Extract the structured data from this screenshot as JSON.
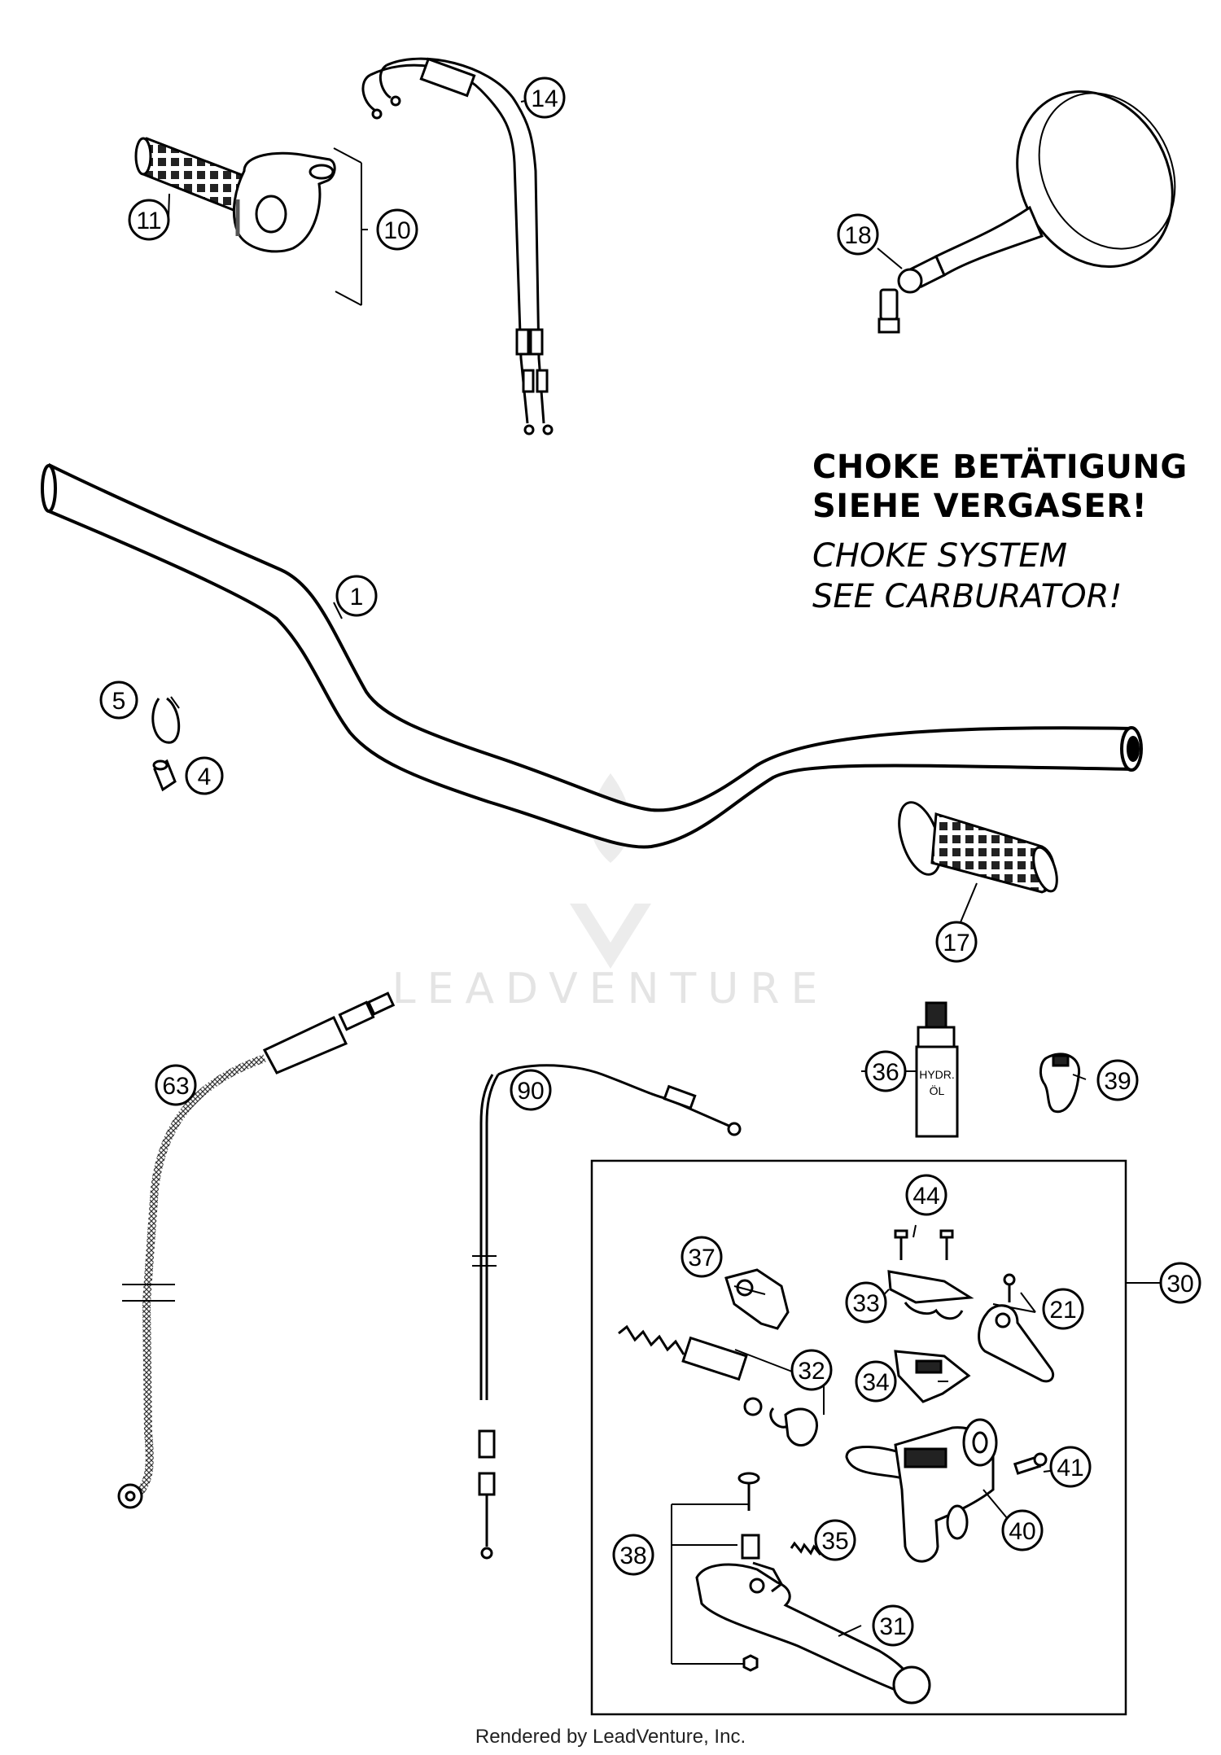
{
  "note": {
    "de_line1": "CHOKE BETÄTIGUNG",
    "de_line2": "SIEHE VERGASER!",
    "en_line1": "CHOKE SYSTEM",
    "en_line2": "SEE CARBURATOR!"
  },
  "bottle_label": {
    "line1": "HYDR.",
    "line2": "ÖL"
  },
  "watermark": "LEADVENTURE",
  "footer": "Rendered by LeadVenture, Inc.",
  "callouts": {
    "c1": "1",
    "c4": "4",
    "c5": "5",
    "c10": "10",
    "c11": "11",
    "c14": "14",
    "c17": "17",
    "c18": "18",
    "c21": "21",
    "c30": "30",
    "c31": "31",
    "c32": "32",
    "c33": "33",
    "c34": "34",
    "c35": "35",
    "c36": "36",
    "c37": "37",
    "c38": "38",
    "c39": "39",
    "c40": "40",
    "c41": "41",
    "c44": "44",
    "c63": "63",
    "c90": "90"
  }
}
